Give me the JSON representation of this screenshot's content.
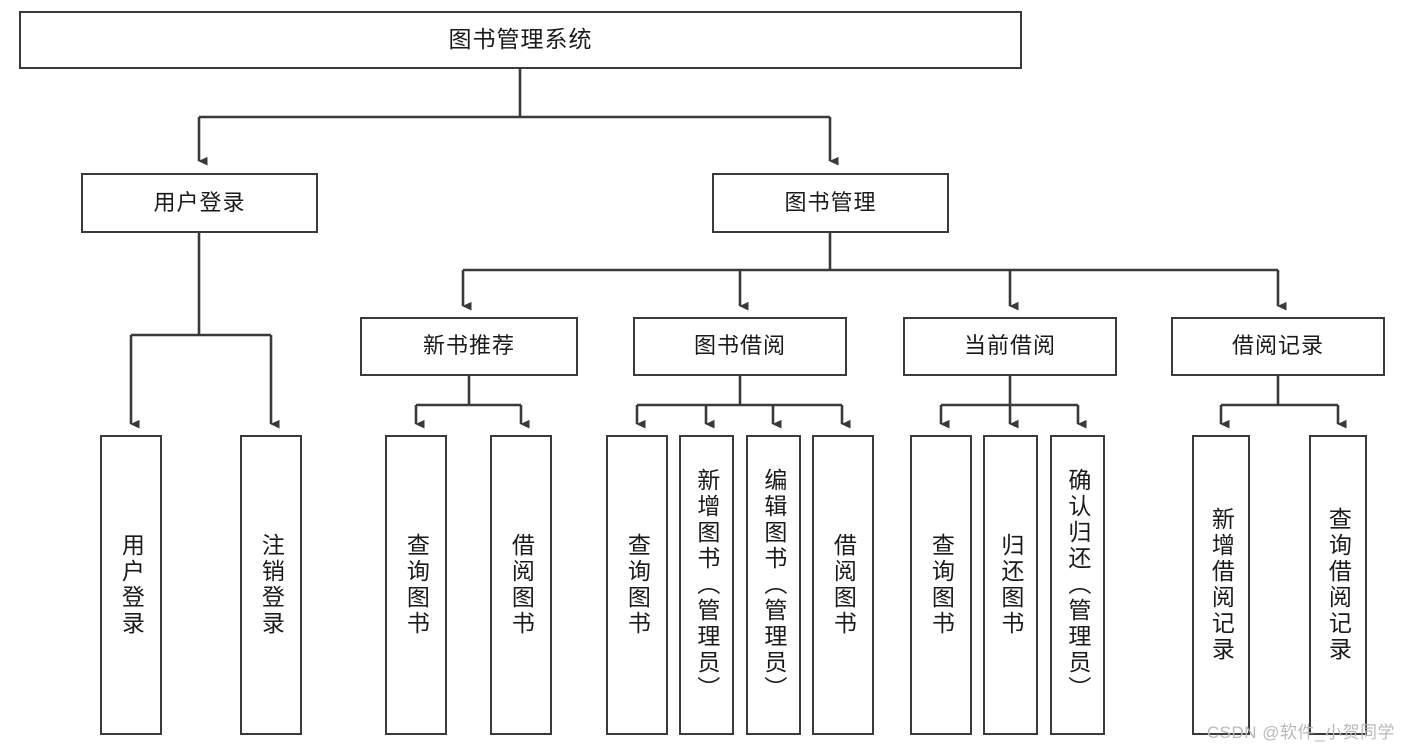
{
  "diagram": {
    "type": "tree",
    "title": "图书管理系统",
    "root": {
      "label": "图书管理系统"
    },
    "level1": [
      {
        "id": "user-login",
        "label": "用户登录"
      },
      {
        "id": "book-manage",
        "label": "图书管理"
      }
    ],
    "level2": [
      {
        "id": "new-book-recommend",
        "label": "新书推荐",
        "parent": "book-manage"
      },
      {
        "id": "book-borrow",
        "label": "图书借阅",
        "parent": "book-manage"
      },
      {
        "id": "current-borrow",
        "label": "当前借阅",
        "parent": "book-manage"
      },
      {
        "id": "borrow-record",
        "label": "借阅记录",
        "parent": "book-manage"
      }
    ],
    "leaves": [
      {
        "id": "leaf-user-login",
        "label": "用户登录",
        "parent": "user-login"
      },
      {
        "id": "leaf-user-logout",
        "label": "注销登录",
        "parent": "user-login"
      },
      {
        "id": "leaf-query-book-1",
        "label": "查询图书",
        "parent": "new-book-recommend"
      },
      {
        "id": "leaf-borrow-book-1",
        "label": "借阅图书",
        "parent": "new-book-recommend"
      },
      {
        "id": "leaf-query-book-2",
        "label": "查询图书",
        "parent": "book-borrow"
      },
      {
        "id": "leaf-add-book",
        "label": "新增图书（管理员）",
        "parent": "book-borrow"
      },
      {
        "id": "leaf-edit-book",
        "label": "编辑图书（管理员）",
        "parent": "book-borrow"
      },
      {
        "id": "leaf-borrow-book-2",
        "label": "借阅图书",
        "parent": "book-borrow"
      },
      {
        "id": "leaf-query-book-3",
        "label": "查询图书",
        "parent": "current-borrow"
      },
      {
        "id": "leaf-return-book",
        "label": "归还图书",
        "parent": "current-borrow"
      },
      {
        "id": "leaf-confirm-return",
        "label": "确认归还（管理员）",
        "parent": "current-borrow"
      },
      {
        "id": "leaf-add-record",
        "label": "新增借阅记录",
        "parent": "borrow-record"
      },
      {
        "id": "leaf-query-record",
        "label": "查询借阅记录",
        "parent": "borrow-record"
      }
    ]
  },
  "watermark": {
    "text": "CSDN @软件_小贺同学"
  },
  "colors": {
    "stroke": "#3a3a3a",
    "background": "#ffffff",
    "text": "#1a1a1a",
    "watermark": "#b9b9b9"
  }
}
